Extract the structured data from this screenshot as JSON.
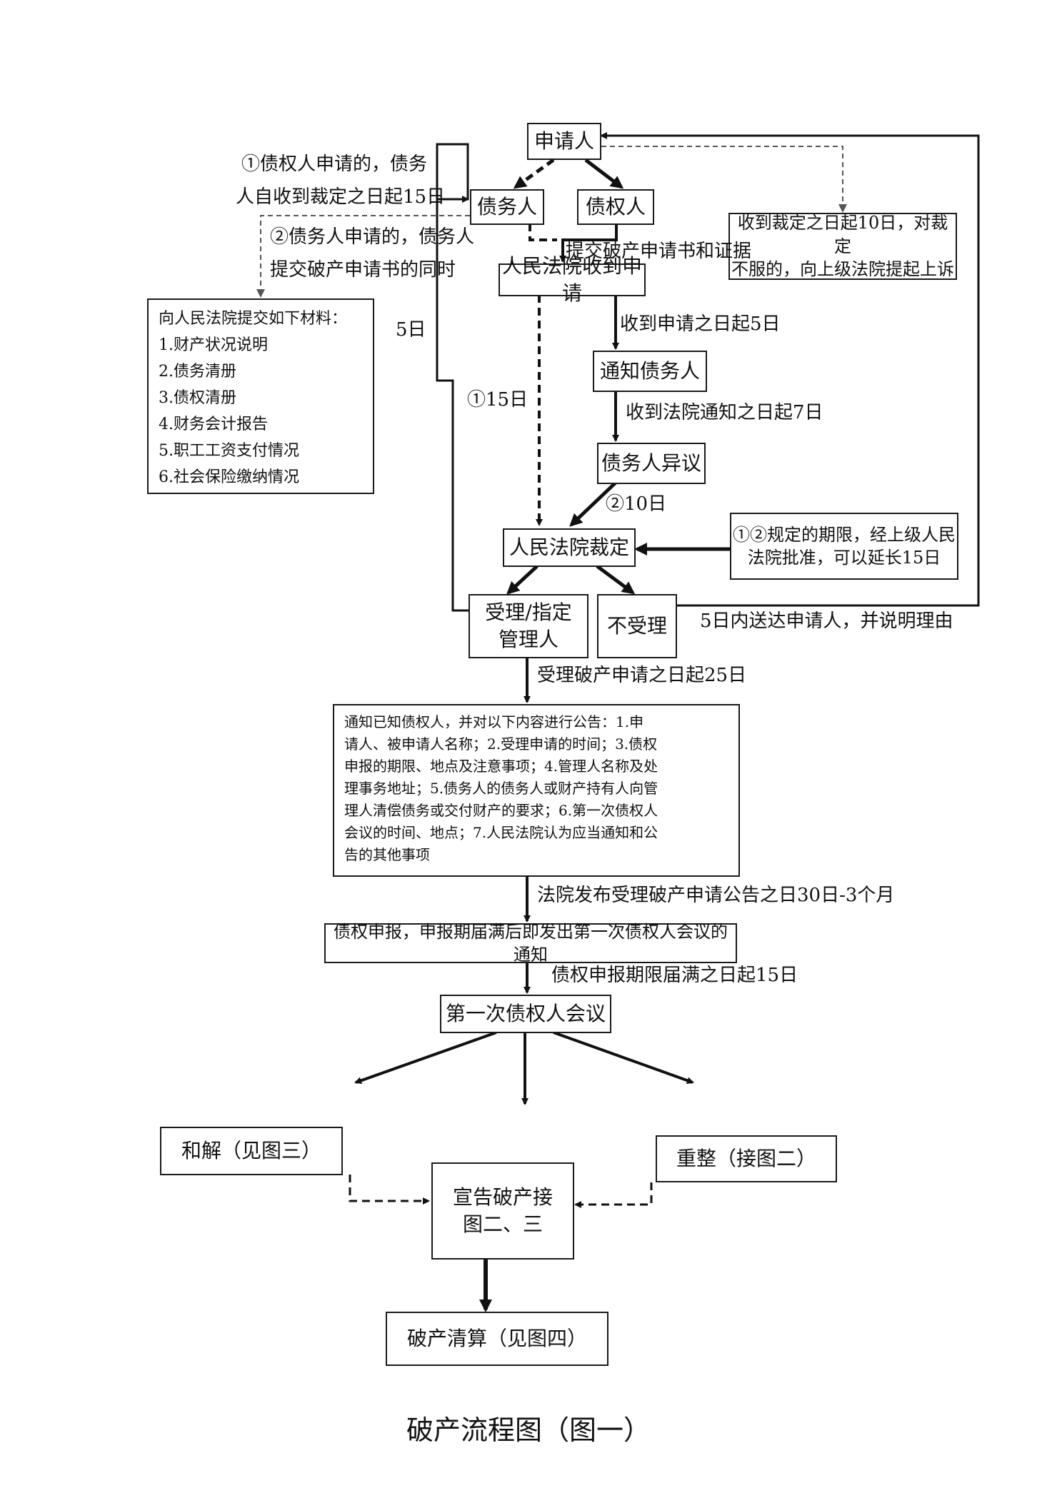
{
  "nodes": {
    "applicant": "申请人",
    "debtor": "债务人",
    "creditor": "债权人",
    "court_receive": "人民法院收到申请",
    "notify_debtor": "通知债务人",
    "debtor_objection": "债务人异议",
    "court_ruling": "人民法院裁定",
    "accept_line1": "受理/指定",
    "accept_line2": "管理人",
    "reject": "不受理",
    "appeal_line1": "收到裁定之日起10日，对裁定",
    "appeal_line2": "不服的，向上级法院提起上诉",
    "extension_line1": "①②规定的期限，经上级人民",
    "extension_line2": "法院批准，可以延长15日",
    "claims": "债权申报，申报期届满后即发出第一次债权人会议的通知",
    "first_meeting": "第一次债权人会议",
    "settlement": "和解（见图三）",
    "reorg": "重整（接图二）",
    "declare_line1": "宣告破产接",
    "declare_line2": "图二、三",
    "liquidation": "破产清算（见图四）"
  },
  "materials": {
    "title": "向人民法院提交如下材料：",
    "items": [
      "1.财产状况说明",
      "2.债务清册",
      "3.债权清册",
      "4.财务会计报告",
      "5.职工工资支付情况",
      "6.社会保险缴纳情况"
    ]
  },
  "notice": [
    "通知已知债权人，并对以下内容进行公告：1.申",
    "请人、被申请人名称；2.受理申请的时间；3.债权",
    "申报的期限、地点及注意事项；4.管理人名称及处",
    "理事务地址；5.债务人的债务人或财产持有人向管",
    "理人清偿债务或交付财产的要求；6.第一次债权人",
    "会议的时间、地点；7.人民法院认为应当通知和公",
    "告的其他事项"
  ],
  "labels": {
    "note1_line1": "①债权人申请的，债务",
    "note1_line2": "人自收到裁定之日起15日",
    "note2_line1": "②债务人申请的，债务人",
    "note2_line2": "提交破产申请书的同时",
    "submit": "提交破产申请书和证据",
    "five_days_left": "5日",
    "fifteen_days": "①15日",
    "recv_5days": "收到申请之日起5日",
    "recv_7days": "收到法院通知之日起7日",
    "ten_days": "②10日",
    "reject_note": "5日内送达申请人，并说明理由",
    "accept_25days": "受理破产申请之日起25日",
    "court_30days": "法院发布受理破产申请公告之日30日-3个月",
    "claims_15days": "债权申报期限届满之日起15日"
  },
  "caption": "破产流程图（图一）"
}
